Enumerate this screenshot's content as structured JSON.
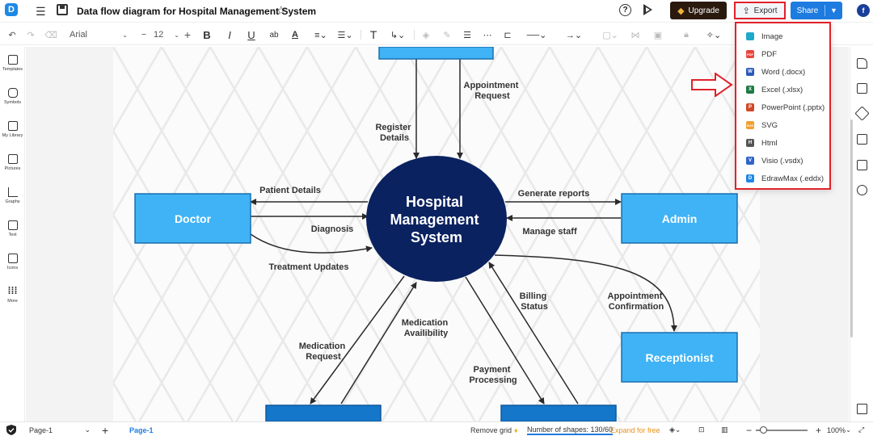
{
  "header": {
    "app_logo": "D",
    "doc_title": "Data flow diagram for Hospital Management System",
    "upgrade_label": "Upgrade",
    "export_label": "Export",
    "share_label": "Share",
    "avatar_initial": "f"
  },
  "toolbar": {
    "font_family": "Arial",
    "font_size": "12",
    "bold": "B",
    "italic": "I",
    "underline": "U",
    "strike": "ab",
    "text_tool": "T"
  },
  "sidebar": {
    "items": [
      {
        "label": "Templates",
        "icon": "templates-icon"
      },
      {
        "label": "Symbols",
        "icon": "symbols-icon"
      },
      {
        "label": "My Library",
        "icon": "library-icon"
      },
      {
        "label": "Pictures",
        "icon": "pictures-icon"
      },
      {
        "label": "Graphs",
        "icon": "graphs-icon"
      },
      {
        "label": "Text",
        "icon": "text-icon"
      },
      {
        "label": "Icons",
        "icon": "icons-icon"
      },
      {
        "label": "More",
        "icon": "more-icon"
      }
    ]
  },
  "export_menu": {
    "items": [
      {
        "label": "Image",
        "color": "#1ea8c9",
        "glyph": ""
      },
      {
        "label": "PDF",
        "color": "#e8453c",
        "glyph": "PDF"
      },
      {
        "label": "Word (.docx)",
        "color": "#2b5bbb",
        "glyph": "W"
      },
      {
        "label": "Excel (.xlsx)",
        "color": "#1f7a45",
        "glyph": "X"
      },
      {
        "label": "PowerPoint (.pptx)",
        "color": "#d24726",
        "glyph": "P"
      },
      {
        "label": "SVG",
        "color": "#f0a030",
        "glyph": "SVG"
      },
      {
        "label": "Html",
        "color": "#555555",
        "glyph": "H"
      },
      {
        "label": "Visio (.vsdx)",
        "color": "#3064c9",
        "glyph": "V"
      },
      {
        "label": "EdrawMax (.eddx)",
        "color": "#1e88e5",
        "glyph": "D"
      }
    ]
  },
  "diagram": {
    "center": "Hospital Management System",
    "center_lines": [
      "Hospital",
      "Management",
      "System"
    ],
    "entities": {
      "doctor": "Doctor",
      "admin": "Admin",
      "receptionist": "Receptionist"
    },
    "flows": {
      "appointment_request": [
        "Appointment",
        "Request"
      ],
      "register_details": [
        "Register",
        "Details"
      ],
      "patient_details": "Patient Details",
      "diagnosis": "Diagnosis",
      "treatment_updates": "Treatment Updates",
      "generate_reports": "Generate reports",
      "manage_staff": "Manage staff",
      "appointment_confirmation": [
        "Appointment",
        "Confirmation"
      ],
      "billing_status": [
        "Billing",
        "Status"
      ],
      "medication_availability": [
        "Medication",
        "Availibility"
      ],
      "medication_request": [
        "Medication",
        "Request"
      ],
      "payment_processing": [
        "Payment",
        "Processing"
      ]
    },
    "colors": {
      "center_fill": "#0b2260",
      "entity_fill": "#3fb3f5",
      "entity_border": "#1a6fb0",
      "bottom_entity_fill": "#1577c9",
      "arrow": "#2a2a2a"
    }
  },
  "bottombar": {
    "page_select": "Page-1",
    "page_tab": "Page-1",
    "remove_grid": "Remove grid",
    "shapes_count": "Number of shapes: 130/60",
    "expand_label": "Expand for free",
    "zoom": "100%"
  },
  "colors": {
    "accent": "#1e7be0",
    "highlight": "#e0222a"
  }
}
